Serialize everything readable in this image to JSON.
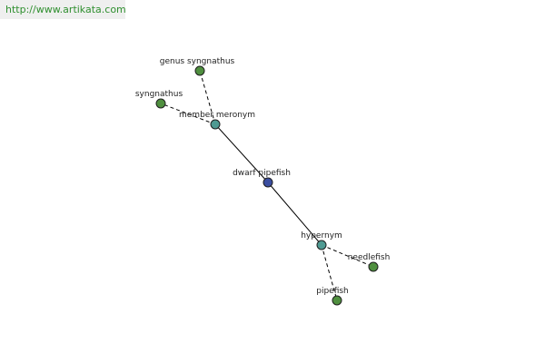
{
  "watermark": "http://www.artikata.com",
  "colors": {
    "center": "#3b4ea0",
    "relation": "#4f9a92",
    "leaf": "#4f8f3f"
  },
  "nodes": {
    "center": {
      "label": "dwarf pipefish"
    },
    "member_meronym": {
      "label": "member meronym"
    },
    "genus_syngnathus": {
      "label": "genus syngnathus"
    },
    "syngnathus": {
      "label": "syngnathus"
    },
    "hypernym": {
      "label": "hypernym"
    },
    "needlefish": {
      "label": "needlefish"
    },
    "pipefish": {
      "label": "pipefish"
    }
  }
}
